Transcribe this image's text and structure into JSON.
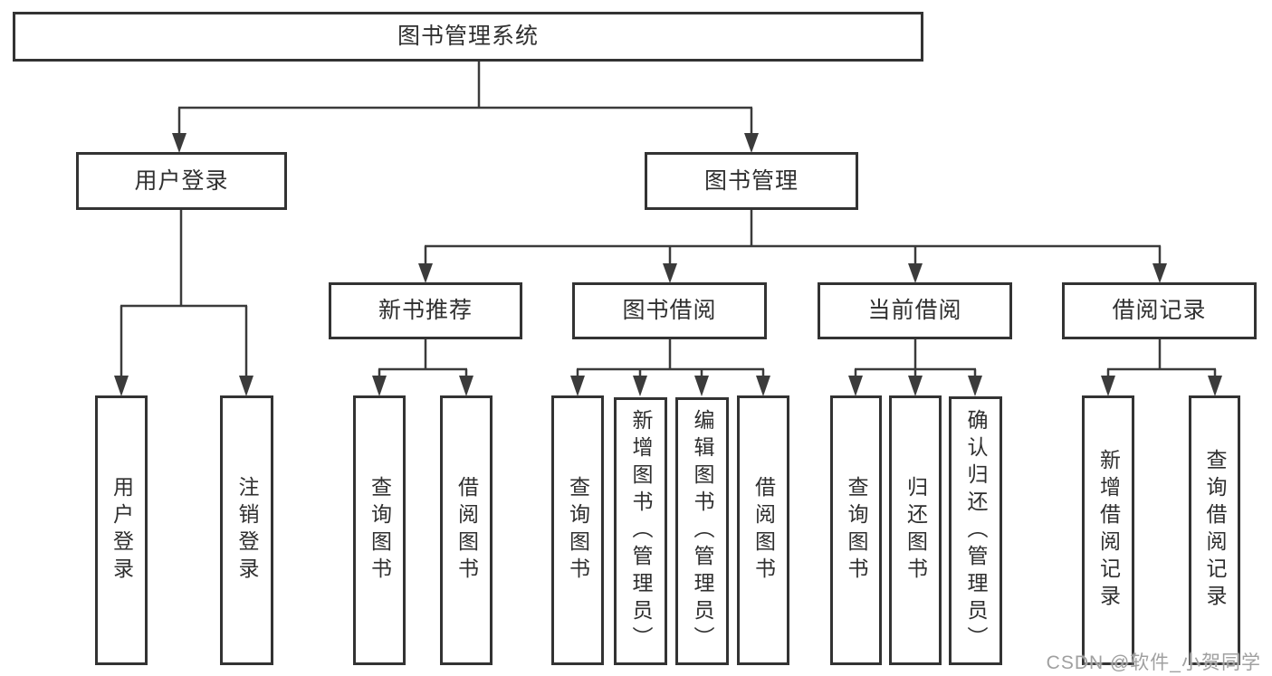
{
  "diagram": {
    "root": {
      "label": "图书管理系统"
    },
    "branches": [
      {
        "label": "用户登录",
        "children": [
          {
            "label": "用户登录"
          },
          {
            "label": "注销登录"
          }
        ]
      },
      {
        "label": "图书管理",
        "children": [
          {
            "label": "新书推荐",
            "children": [
              {
                "label": "查询图书"
              },
              {
                "label": "借阅图书"
              }
            ]
          },
          {
            "label": "图书借阅",
            "children": [
              {
                "label": "查询图书"
              },
              {
                "label": "新增图书（管理员）"
              },
              {
                "label": "编辑图书（管理员）"
              },
              {
                "label": "借阅图书"
              }
            ]
          },
          {
            "label": "当前借阅",
            "children": [
              {
                "label": "查询图书"
              },
              {
                "label": "归还图书"
              },
              {
                "label": "确认归还（管理员）"
              }
            ]
          },
          {
            "label": "借阅记录",
            "children": [
              {
                "label": "新增借阅记录"
              },
              {
                "label": "查询借阅记录"
              }
            ]
          }
        ]
      }
    ]
  },
  "watermark": {
    "text": "CSDN @软件_小贺同学"
  },
  "colors": {
    "line": "#3b3b3b",
    "box_border": "#333333",
    "text": "#2f2f2f",
    "background": "#ffffff",
    "watermark": "#a0a0a0"
  }
}
